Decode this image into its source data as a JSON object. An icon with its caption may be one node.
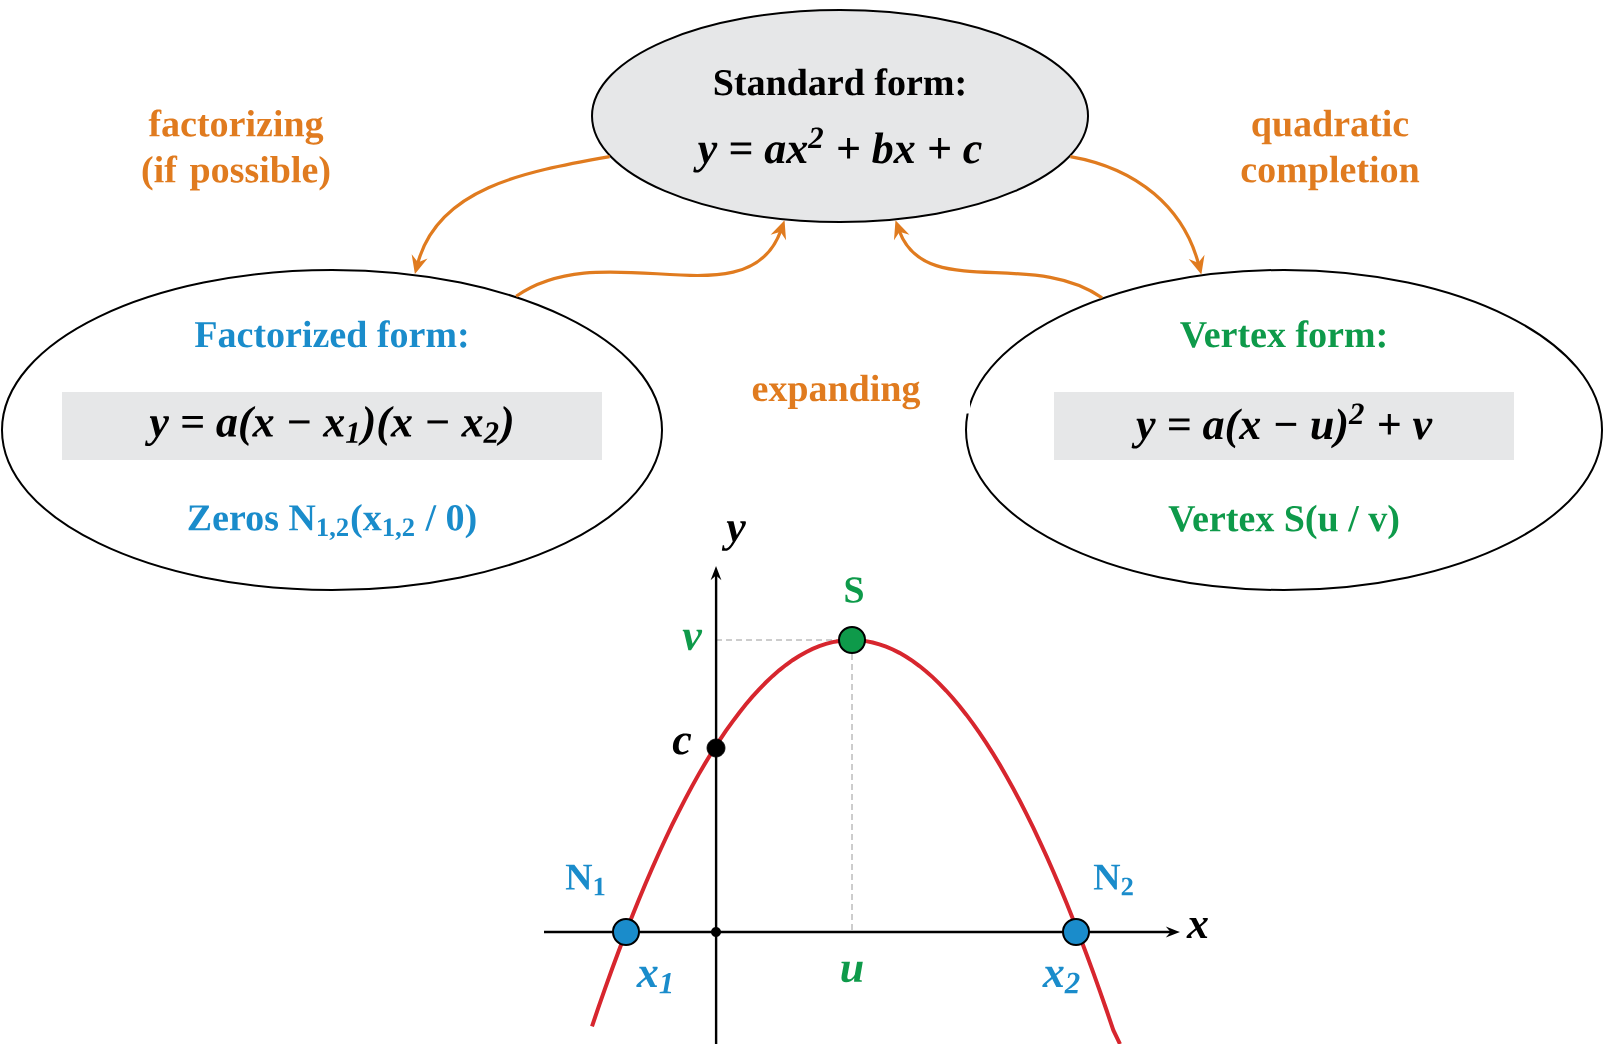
{
  "diagram": {
    "nodes": [
      {
        "text": [
          "Standard form:",
          "y = ax$^{2}$ + bx + c"
        ]
      },
      {
        "text": [
          "Factorized form:",
          "y = a(x − x$_{1}$)(x − x$_{2}$)",
          "Zeros N$_{1,2}$(x$_{1,2}$ / 0)"
        ]
      },
      {
        "text": [
          "Vertex form:",
          "y = a(x − u)$^{2}$ + v",
          "Vertex S(u / v)"
        ]
      }
    ],
    "edges": [
      {
        "from": 0,
        "to": 1,
        "arrow": "to",
        "label": "factorizing (if possible)"
      },
      {
        "from": 0,
        "to": 2,
        "arrow": "to",
        "label": "quadratic completion"
      },
      {
        "from": 1,
        "to": 0,
        "arrow": "to",
        "label": "expanding"
      },
      {
        "from": 2,
        "to": 0,
        "arrow": "to"
      }
    ],
    "labels": [
      "y",
      "S",
      "v",
      "c",
      "N$_{1}$",
      "N$_{2}$",
      "x",
      "x$_{1}$",
      "u",
      "x$_{2}$"
    ]
  }
}
